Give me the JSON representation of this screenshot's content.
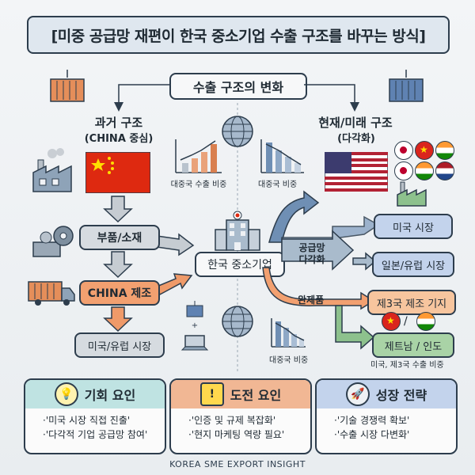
{
  "title": "[미중 공급망 재편이 한국 중소기업 수출 구조를 바꾸는 방식]",
  "header": "수출 구조의 변화",
  "past": {
    "heading": "과거 구조",
    "subheading": "(CHINA 중심)",
    "chart_label": "대중국 수출 비중",
    "parts": "부품/소재",
    "manufacture": "CHINA 제조",
    "market": "미국/유럽 시장"
  },
  "future": {
    "heading": "현재/미래 구조",
    "subheading": "(다각화)",
    "chart_label": "대중국 비중",
    "market_us": "미국 시장",
    "market_eu": "일본/유럽 시장",
    "third_base": "제3국 제조 기지",
    "vn_in": "제트남 / 인도",
    "vn_in_note": "미국, 제3국 수출 비중",
    "flag_sep": "/"
  },
  "center": {
    "company": "한국 중소기업",
    "diversify": "공급망\n다각화",
    "finished": "완제품",
    "chart_label": "대중국 비중"
  },
  "cards": [
    {
      "title": "기회 요인",
      "icon": "lightbulb-icon",
      "items": [
        "·'미국 시장 직접 진출'",
        "·'다각적 기업 공급망 참여'"
      ],
      "color": "#bfe3e2"
    },
    {
      "title": "도전 요인",
      "icon": "warning-icon",
      "items": [
        "·'인증 및 규제 복잡화'",
        "·'현지 마케팅 역량 필요'"
      ],
      "color": "#f1b794"
    },
    {
      "title": "성장 전략",
      "icon": "rocket-icon",
      "items": [
        "·'기술 경쟁력 확보'",
        "·'수출 시장 다변화'"
      ],
      "color": "#c3d3ec"
    }
  ],
  "footer": "KOREA SME EXPORT INSIGHT",
  "colors": {
    "china_red": "#de2910",
    "orange": "#f2a070",
    "blue": "#6f8fb4",
    "green": "#8dc18d",
    "gray": "#d9dde2"
  }
}
